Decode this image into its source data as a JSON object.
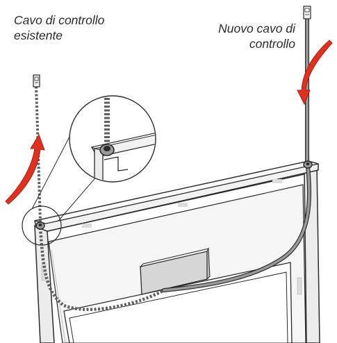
{
  "labels": {
    "existing_cable": {
      "line1": "Cavo di controllo",
      "line2": "esistente"
    },
    "new_cable": {
      "line1": "Nuovo cavo di",
      "line2": "controllo"
    }
  },
  "colors": {
    "arrow": "#e0301e",
    "arrow_dark": "#b11d12",
    "panel_fill": "#ececec",
    "panel_stroke": "#2a2a2a",
    "cable": "#8a8a8a",
    "cable_dashed": "#5f5f5f",
    "text": "#2b2b2b"
  },
  "icons": {
    "existing_connector": "rj-plug-icon",
    "new_connector": "rj-plug-icon",
    "up_arrow": "curved-arrow-up-icon",
    "down_arrow": "curved-arrow-down-icon",
    "magnifier": "zoom-detail-circle"
  }
}
